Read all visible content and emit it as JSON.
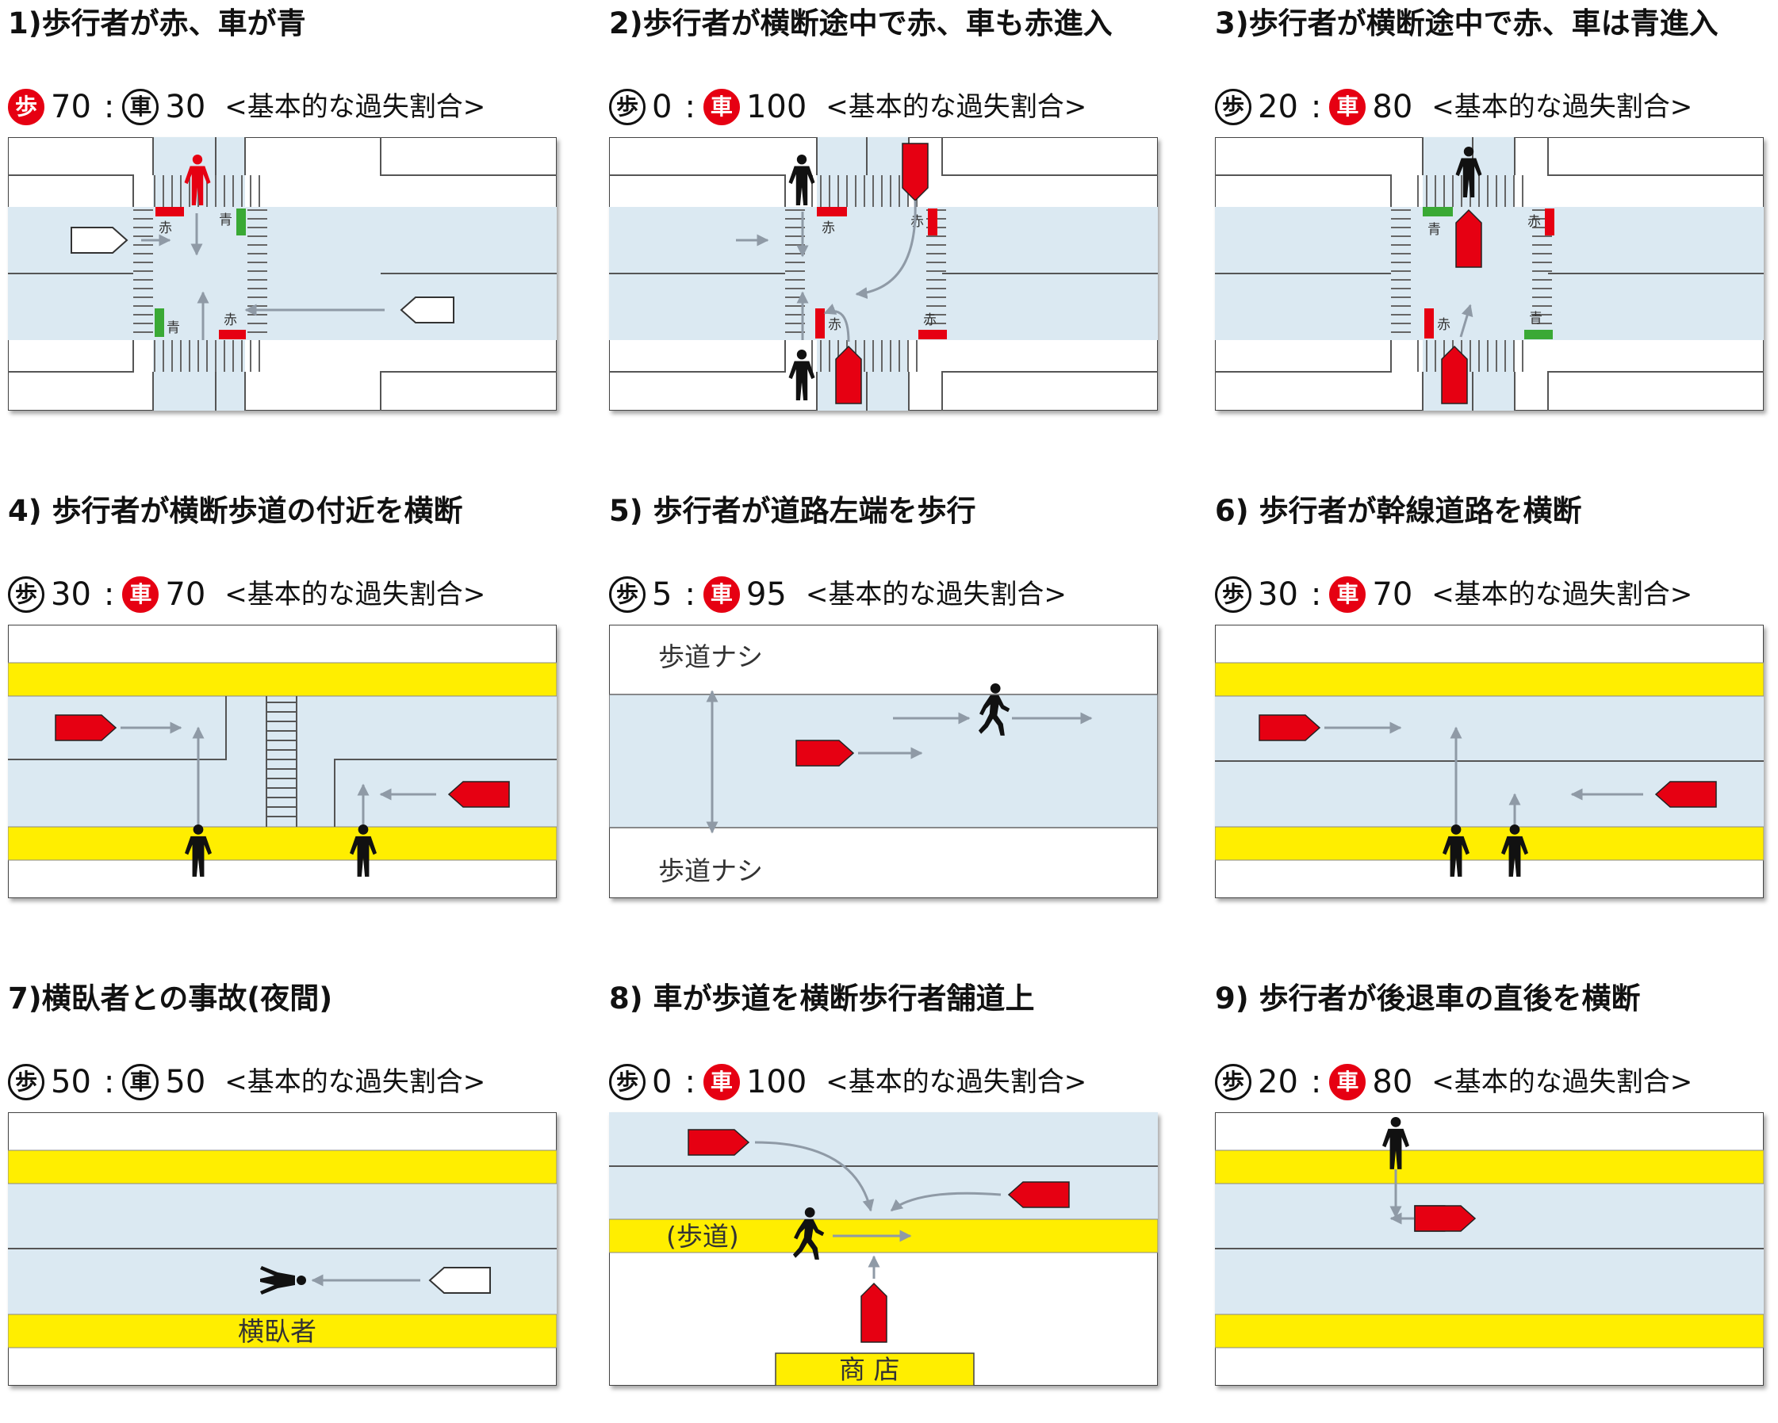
{
  "colors": {
    "road": "#dbe9f2",
    "sidewalk": "#ffffff",
    "yellow": "#ffee00",
    "car": "#e60012",
    "arrow": "#8f9aa6",
    "signal_red": "#e60012",
    "signal_green": "#3aa935"
  },
  "legend": {
    "pedestrian": "歩",
    "car": "車",
    "separator": ":",
    "note": "<基本的な過失割合>"
  },
  "panels": [
    {
      "title": "1)歩行者が赤、車が青",
      "ped": "70",
      "car": "30",
      "highlight": "ped",
      "signals": [
        "赤",
        "青",
        "青",
        "赤"
      ]
    },
    {
      "title": "2)歩行者が横断途中で赤、車も赤進入",
      "ped": "0",
      "car": "100",
      "highlight": "car",
      "signals": [
        "赤",
        "赤",
        "赤",
        "赤"
      ]
    },
    {
      "title": "3)歩行者が横断途中で赤、車は青進入",
      "ped": "20",
      "car": "80",
      "highlight": "car",
      "signals": [
        "青",
        "赤",
        "赤",
        "青"
      ]
    },
    {
      "title": "4) 歩行者が横断歩道の付近を横断",
      "ped": "30",
      "car": "70",
      "highlight": "car"
    },
    {
      "title": "5) 歩行者が道路左端を歩行",
      "ped": "5",
      "car": "95",
      "highlight": "car",
      "labels": [
        "歩道ナシ",
        "歩道ナシ"
      ]
    },
    {
      "title": "6) 歩行者が幹線道路を横断",
      "ped": "30",
      "car": "70",
      "highlight": "car"
    },
    {
      "title": "7)横臥者との事故(夜間)",
      "ped": "50",
      "car": "50",
      "highlight": "none",
      "labels": [
        "横臥者"
      ]
    },
    {
      "title": "8) 車が歩道を横断歩行者舗道上",
      "ped": "0",
      "car": "100",
      "highlight": "car",
      "labels": [
        "(歩道)",
        "商 店"
      ]
    },
    {
      "title": "9) 歩行者が後退車の直後を横断",
      "ped": "20",
      "car": "80",
      "highlight": "car"
    }
  ]
}
